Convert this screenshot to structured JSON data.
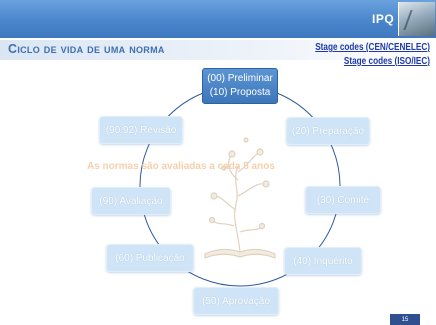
{
  "header": {
    "logo_text": "IPQ"
  },
  "title": "Ciclo de vida de uma norma",
  "links": [
    {
      "label": "Stage codes (CEN/CENELEC)"
    },
    {
      "label": "Stage codes (ISO/IEC)"
    }
  ],
  "cycle": {
    "top_stage_lines": [
      "(00) Preliminar",
      "(10) Proposta"
    ],
    "stages": [
      {
        "label": "(20) Preparação"
      },
      {
        "label": "(30) Comité"
      },
      {
        "label": "(40) Inquérito"
      },
      {
        "label": "(50) Aprovação"
      },
      {
        "label": "(60) Publicação"
      },
      {
        "label": "(90) Avaliação"
      },
      {
        "label": "(90.92) Revisão"
      }
    ],
    "center_text": "As normas são avaliadas a cada 5 anos"
  },
  "footer": {
    "page_number": "15"
  },
  "colors": {
    "header": "#4a86cd",
    "title": "#3d6fb1",
    "node": "#cfe4f6",
    "active_node": "#3d77bb",
    "ring": "#2f5b9a",
    "center_text": "#f6cda8"
  }
}
